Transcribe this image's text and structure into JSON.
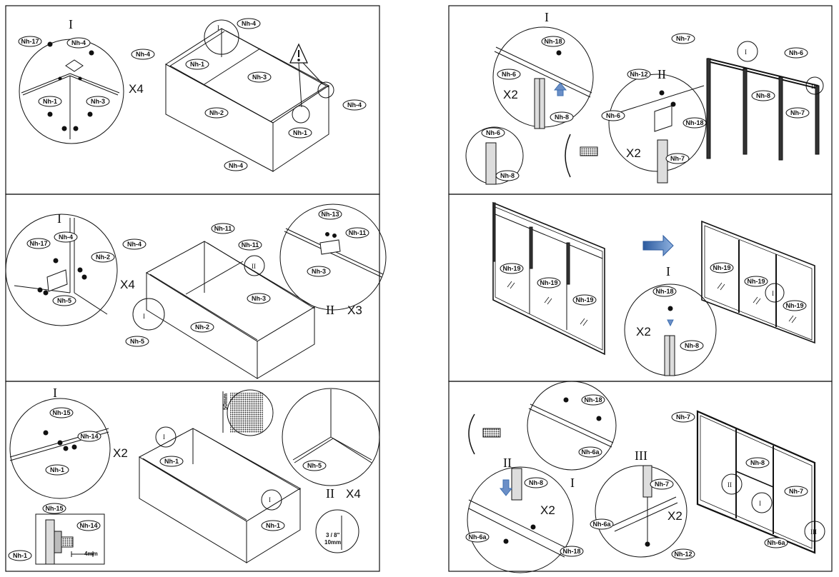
{
  "diagram": {
    "panels": [
      {
        "id": "p1",
        "roman": [
          "I"
        ],
        "multipliers": [
          "X4"
        ],
        "labels": [
          "Nh-17",
          "Nh-4",
          "Nh-1",
          "Nh-3",
          "Nh-4",
          "Nh-4",
          "Nh-1",
          "Nh-3",
          "Nh-2",
          "Nh-1",
          "Nh-4",
          "Nh-4"
        ],
        "icons": [
          "warning-icon"
        ]
      },
      {
        "id": "p2",
        "roman": [
          "I",
          "II"
        ],
        "multipliers": [
          "X4",
          "X3"
        ],
        "labels": [
          "Nh-17",
          "Nh-4",
          "Nh-2",
          "Nh-5",
          "Nh-4",
          "Nh-11",
          "Nh-11",
          "Nh-3",
          "Nh-2",
          "Nh-5",
          "Nh-13",
          "Nh-11",
          "Nh-3"
        ]
      },
      {
        "id": "p3",
        "roman": [
          "I",
          "II"
        ],
        "multipliers": [
          "X2",
          "X4"
        ],
        "labels": [
          "Nh-15",
          "Nh-14",
          "Nh-1",
          "Nh-15",
          "Nh-14",
          "Nh-1",
          "Nh-1",
          "Nh-1",
          "Nh-5"
        ],
        "dims": [
          "4mm",
          "50mm",
          "3 / 8\"",
          "10mm"
        ]
      },
      {
        "id": "p4",
        "roman": [
          "I",
          "II"
        ],
        "multipliers": [
          "X2",
          "X2"
        ],
        "labels": [
          "Nh-18",
          "Nh-6",
          "Nh-8",
          "Nh-6",
          "Nh-8",
          "Nh-12",
          "Nh-6",
          "Nh-18",
          "Nh-7",
          "Nh-7",
          "Nh-6",
          "Nh-8",
          "Nh-7"
        ]
      },
      {
        "id": "p5",
        "roman": [
          "I"
        ],
        "multipliers": [
          "X2"
        ],
        "labels": [
          "Nh-19",
          "Nh-19",
          "Nh-19",
          "Nh-18",
          "Nh-8",
          "Nh-19",
          "Nh-19",
          "Nh-19"
        ]
      },
      {
        "id": "p6",
        "roman": [
          "II",
          "I",
          "III"
        ],
        "multipliers": [
          "X2",
          "X2"
        ],
        "labels": [
          "Nh-18",
          "Nh-6a",
          "Nh-8",
          "Nh-6a",
          "Nh-18",
          "Nh-7",
          "Nh-6a",
          "Nh-12",
          "Nh-7",
          "Nh-8",
          "Nh-7",
          "Nh-6a"
        ]
      }
    ],
    "colors": {
      "line": "#111111",
      "arrow": "#3d6fb0",
      "hatch": "#333333"
    }
  }
}
